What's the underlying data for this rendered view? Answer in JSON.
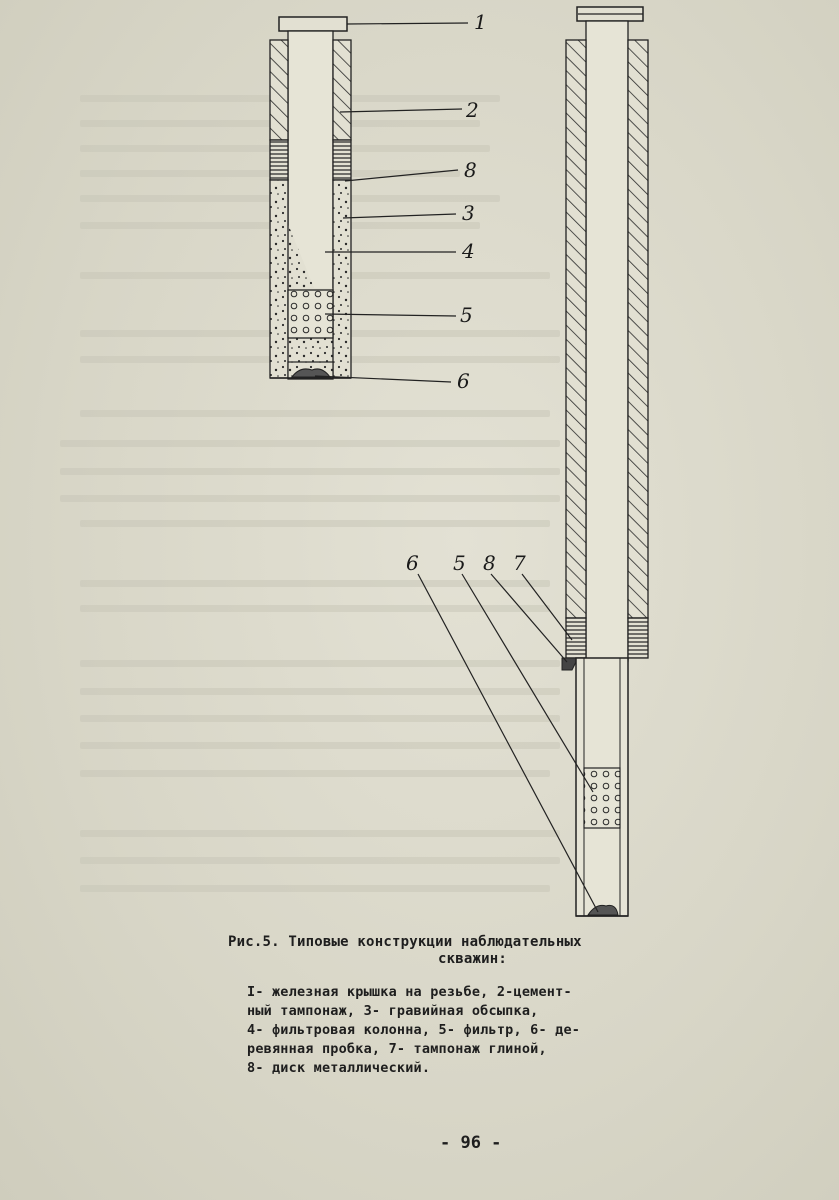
{
  "figure": {
    "callouts_left": [
      "1",
      "2",
      "8",
      "3",
      "4",
      "5",
      "6"
    ],
    "callouts_right_top": [
      "6",
      "5",
      "8",
      "7"
    ]
  },
  "caption": {
    "title_line1": "Рис.5.  Типовые конструкции наблюдательных",
    "title_line2": "скважин:"
  },
  "legend": {
    "lines": [
      "I- железная крышка на резьбе, 2-цемент-",
      "ный тампонаж, 3- гравийная обсыпка,",
      "4- фильтровая колонна, 5- фильтр, 6- де-",
      "ревянная пробка, 7- тампонаж глиной,",
      "8- диск металлический."
    ]
  },
  "page_number": "- 96 -"
}
